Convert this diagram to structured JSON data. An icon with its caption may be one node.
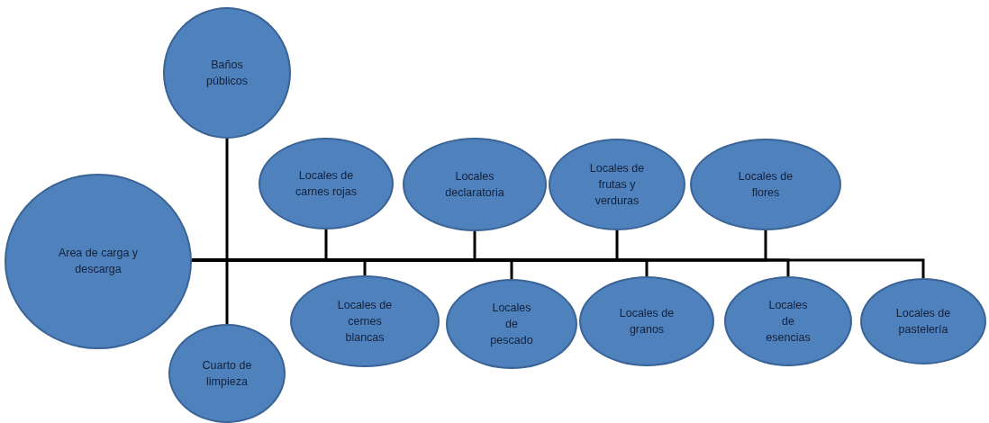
{
  "diagram": {
    "nodes": [
      {
        "text": [
          "Area de carga y descarga"
        ]
      },
      {
        "text": [
          "Baños públicos"
        ]
      },
      {
        "text": [
          "Locales de carnes rojas"
        ]
      },
      {
        "text": [
          "Locales declaratoria"
        ]
      },
      {
        "text": [
          "Locales de frutas y verduras"
        ]
      },
      {
        "text": [
          "Locales de flores"
        ]
      },
      {
        "text": [
          "Cuarto de limpieza"
        ]
      },
      {
        "text": [
          "Locales de cernes blancas"
        ]
      },
      {
        "text": [
          "Locales de pescado"
        ]
      },
      {
        "text": [
          "Locales de granos"
        ]
      },
      {
        "text": [
          "Locales de esencias"
        ]
      },
      {
        "text": [
          "Locales de pastelería"
        ]
      }
    ],
    "edges": [
      {
        "from": 0,
        "to": 1,
        "arrow": "none"
      },
      {
        "from": 0,
        "to": 2,
        "arrow": "none"
      },
      {
        "from": 0,
        "to": 3,
        "arrow": "none"
      },
      {
        "from": 0,
        "to": 4,
        "arrow": "none"
      },
      {
        "from": 0,
        "to": 5,
        "arrow": "none"
      },
      {
        "from": 0,
        "to": 6,
        "arrow": "none"
      },
      {
        "from": 0,
        "to": 7,
        "arrow": "none"
      },
      {
        "from": 0,
        "to": 8,
        "arrow": "none"
      },
      {
        "from": 0,
        "to": 9,
        "arrow": "none"
      },
      {
        "from": 0,
        "to": 10,
        "arrow": "none"
      },
      {
        "from": 0,
        "to": 11,
        "arrow": "none"
      }
    ]
  }
}
